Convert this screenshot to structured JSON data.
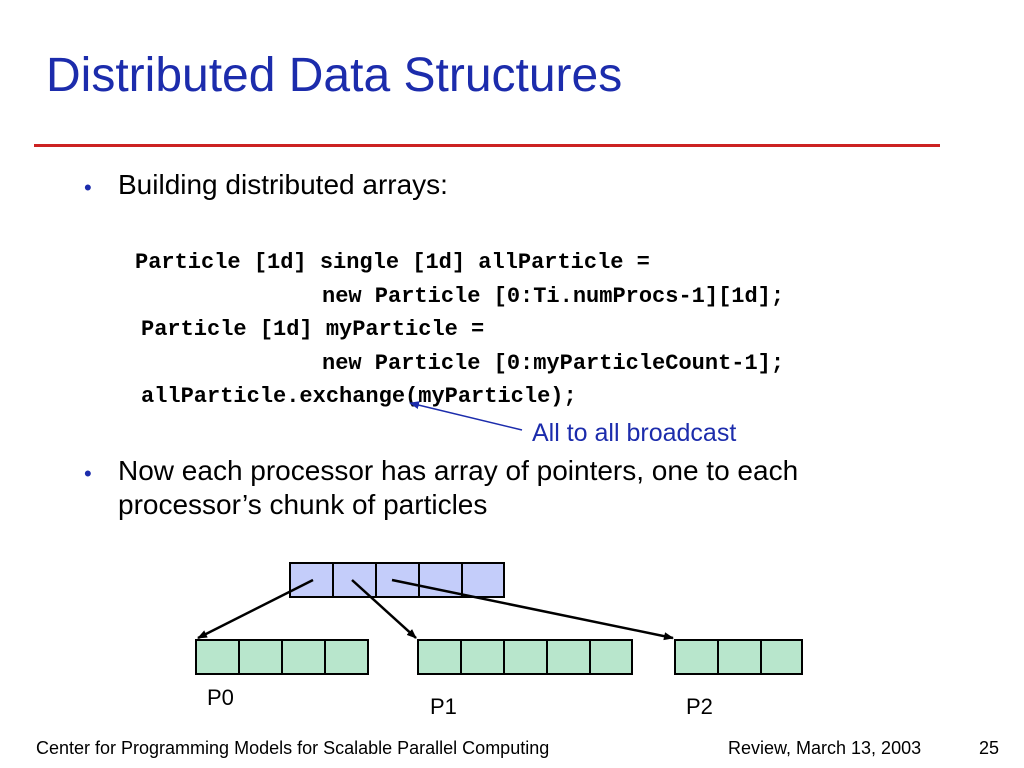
{
  "slide": {
    "title": "Distributed Data Structures",
    "bullets": [
      "Building distributed arrays:",
      "Now each processor has array of pointers, one to each",
      "processor’s chunk of particles"
    ],
    "bullet_marker": "•",
    "code_lines": [
      "Particle [1d] single [1d] allParticle =",
      "new Particle [0:Ti.numProcs-1][1d];",
      "Particle [1d] myParticle =",
      "new Particle [0:myParticleCount-1];",
      "allParticle.exchange(myParticle);"
    ],
    "annotation": "All to all broadcast",
    "diagram": {
      "pointer_cells": 5,
      "chunks": [
        {
          "label": "P0",
          "cells": 4
        },
        {
          "label": "P1",
          "cells": 5
        },
        {
          "label": "P2",
          "cells": 3
        }
      ]
    },
    "footer": {
      "left": "Center for Programming Models for Scalable Parallel Computing",
      "review": "Review, March 13, 2003",
      "page": "25"
    },
    "colors": {
      "title": "#1c2cac",
      "rule": "#cc2222",
      "pointer_fill": "#c4cdfa",
      "chunk_fill": "#b8e6cc"
    }
  }
}
